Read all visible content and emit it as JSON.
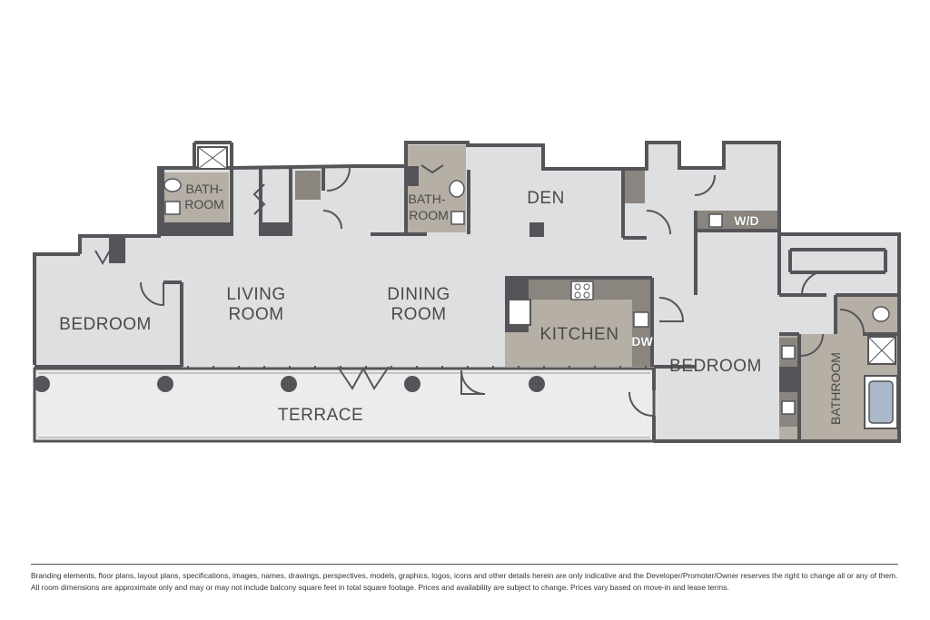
{
  "rooms": {
    "bedroom_west": "BEDROOM",
    "living_1": "LIVING",
    "living_2": "ROOM",
    "dining_1": "DINING",
    "dining_2": "ROOM",
    "den": "DEN",
    "kitchen": "KITCHEN",
    "bedroom_east": "BEDROOM",
    "terrace": "TERRACE",
    "bath_west_1": "BATH-",
    "bath_west_2": "ROOM",
    "bath_center_1": "BATH-",
    "bath_center_2": "ROOM",
    "bathroom_east": "BATHROOM"
  },
  "fixtures": {
    "dishwasher": "DW",
    "washer_dryer": "W/D"
  },
  "colors": {
    "wall": "#555559",
    "floor": "#dedfe0",
    "terrace": "#ebecec",
    "wet_area": "#b6afa6",
    "millwork": "#8a857e",
    "tub": "#a9b9c9"
  },
  "disclaimer": "Branding elements, floor plans, layout plans, specifications, images, names, drawings, perspectives, models, graphics, logos, icons and other details herein are only indicative and the Developer/Promoter/Owner reserves the right to change all or any of them. All room dimensions are approximate only and may or may not include balcony square feet in total square footage. Prices and availability are subject to change. Prices vary based on move-in and lease terms."
}
